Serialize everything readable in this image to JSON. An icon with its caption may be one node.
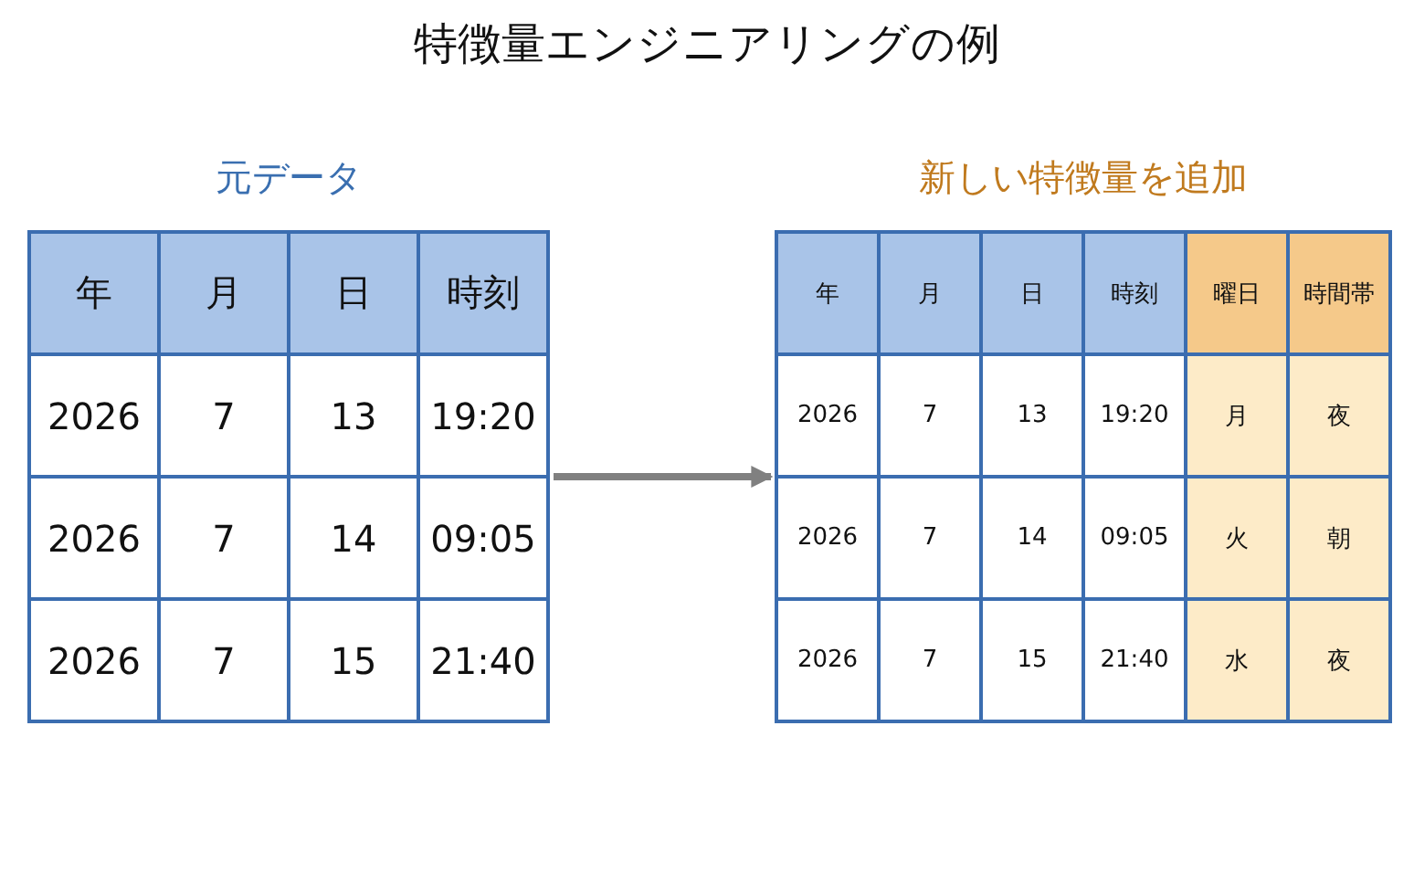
{
  "diagram": {
    "title": "特徴量エンジニアリングの例",
    "nodes": [
      {
        "text": [
          "元データ",
          "年",
          "月",
          "日",
          "時刻",
          "2026",
          "7",
          "13",
          "19:20",
          "2026",
          "7",
          "14",
          "09:05",
          "2026",
          "7",
          "15",
          "21:40"
        ]
      },
      {
        "text": [
          "新しい特徴量を追加",
          "年",
          "月",
          "日",
          "時刻",
          "曜日",
          "時間帯",
          "2026",
          "7",
          "13",
          "19:20",
          "月",
          "夜",
          "2026",
          "7",
          "14",
          "09:05",
          "火",
          "朝",
          "2026",
          "7",
          "15",
          "21:40",
          "水",
          "夜"
        ]
      }
    ],
    "edges": [
      {
        "from": 0,
        "to": 1,
        "arrow": "to"
      }
    ]
  }
}
